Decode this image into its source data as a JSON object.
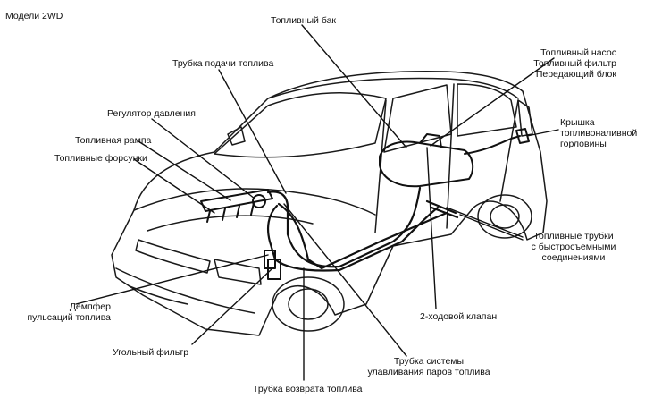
{
  "diagram": {
    "model_label": "Модели 2WD",
    "labels": {
      "fuel_tank": "Топливный бак",
      "fuel_supply_tube": "Трубка подачи топлива",
      "pump_line1": "Топливный насос",
      "pump_line2": "Топливный фильтр",
      "pump_line3": "Передающий блок",
      "filler_cap_line1": "Крышка",
      "filler_cap_line2": "топливоналивной",
      "filler_cap_line3": "горловины",
      "pressure_regulator": "Регулятор давления",
      "fuel_rail": "Топливная рампа",
      "fuel_injectors": "Топливные форсунки",
      "quick_tubes_line1": "Топливные трубки",
      "quick_tubes_line2": "с быстросъемными",
      "quick_tubes_line3": "соединениями",
      "damper_line1": "Демпфер",
      "damper_line2": "пульсаций топлива",
      "two_way_valve": "2-ходовой клапан",
      "charcoal_filter": "Угольный фильтр",
      "evap_tube_line1": "Трубка системы",
      "evap_tube_line2": "улавливания паров топлива",
      "return_tube": "Трубка возврата топлива"
    }
  }
}
